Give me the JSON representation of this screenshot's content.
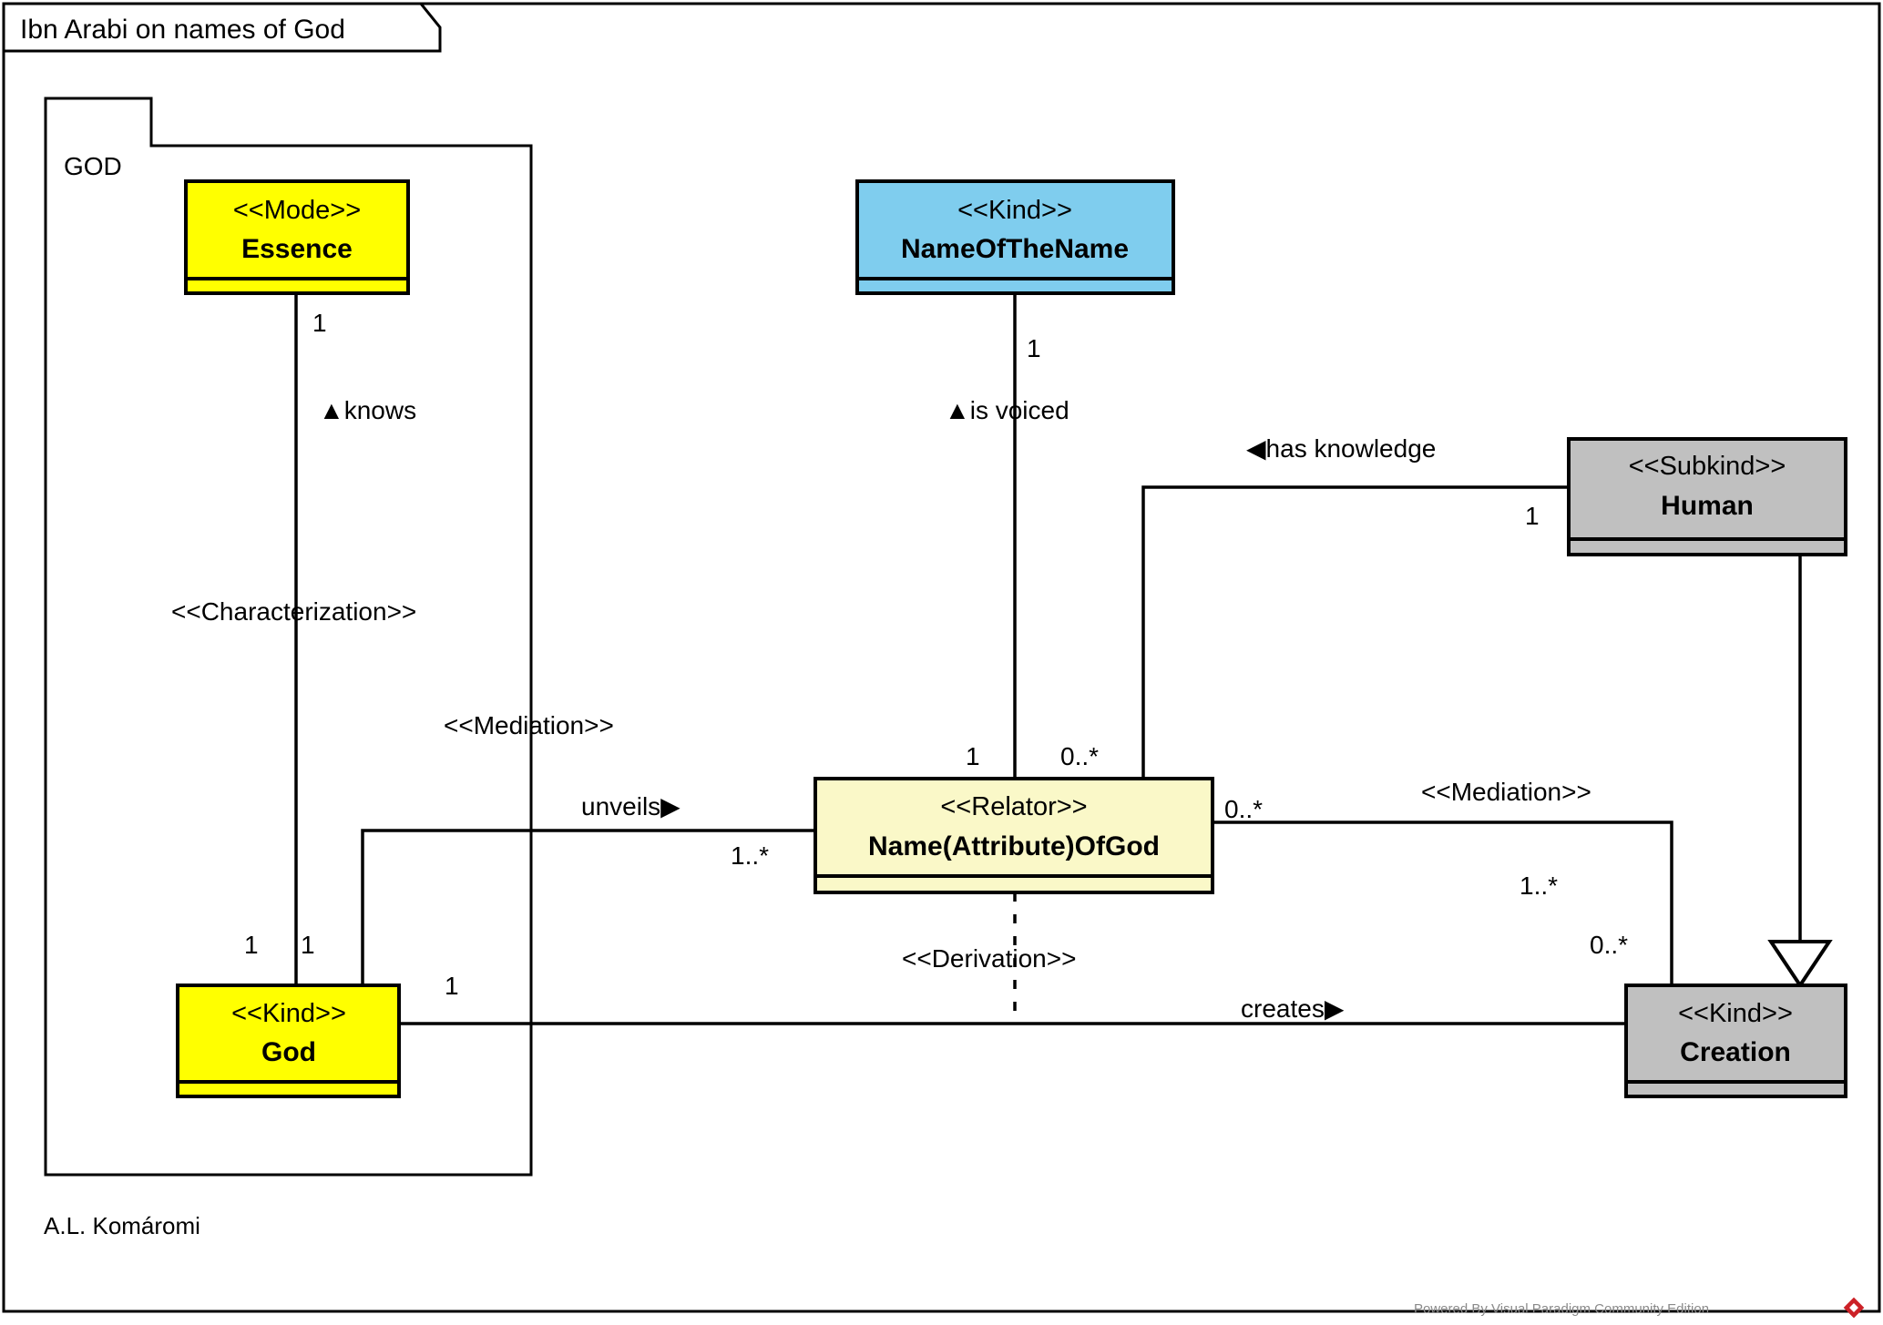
{
  "diagram": {
    "title": "Ibn Arabi on names of God",
    "package_label": "GOD",
    "author": "A.L. Komáromi",
    "watermark": "Powered By  Visual Paradigm Community Edition"
  },
  "colors": {
    "mode_yellow": "#FFFF00",
    "kind_yellow": "#FFFF00",
    "kind_blue": "#7FCDEE",
    "relator_cream": "#FAF8C8",
    "subkind_gray": "#C0C0C0",
    "kind_gray": "#C0C0C0",
    "stroke": "#000000",
    "watermark_gray": "#8a8a8a",
    "logo_red": "#CC2127"
  },
  "classes": [
    {
      "id": "essence",
      "stereotype": "<<Mode>>",
      "name": "Essence",
      "fill": "#FFFF00"
    },
    {
      "id": "nameofthename",
      "stereotype": "<<Kind>>",
      "name": "NameOfTheName",
      "fill": "#7FCDEE"
    },
    {
      "id": "human",
      "stereotype": "<<Subkind>>",
      "name": "Human",
      "fill": "#C0C0C0"
    },
    {
      "id": "relator",
      "stereotype": "<<Relator>>",
      "name": "Name(Attribute)OfGod",
      "fill": "#FAF8C8"
    },
    {
      "id": "god",
      "stereotype": "<<Kind>>",
      "name": "God",
      "fill": "#FFFF00"
    },
    {
      "id": "creation",
      "stereotype": "<<Kind>>",
      "name": "Creation",
      "fill": "#C0C0C0"
    }
  ],
  "associations": [
    {
      "id": "characterization",
      "stereotype": "<<Characterization>>",
      "verb": "knows",
      "direction_glyph": "▲",
      "source": "god",
      "target": "essence",
      "source_mult": "1",
      "target_mult": "1"
    },
    {
      "id": "is-voiced",
      "stereotype": "",
      "verb": "is voiced",
      "direction_glyph": "▲",
      "source": "relator",
      "target": "nameofthename",
      "source_mult": "0..*",
      "target_mult": "1"
    },
    {
      "id": "has-knowledge",
      "stereotype": "",
      "verb": "has knowledge",
      "direction_glyph": "◀",
      "source": "human",
      "target": "relator",
      "source_mult": "1",
      "target_mult": "0..*"
    },
    {
      "id": "mediation-god",
      "stereotype": "<<Mediation>>",
      "verb": "unveils",
      "direction_glyph": "▶",
      "source": "god",
      "target": "relator",
      "source_mult": "1",
      "target_mult": "1..*"
    },
    {
      "id": "mediation-creation",
      "stereotype": "<<Mediation>>",
      "verb": "",
      "direction_glyph": "",
      "source": "relator",
      "target": "creation",
      "source_mult": "0..*",
      "target_mult": "1..*"
    },
    {
      "id": "creates",
      "stereotype": "",
      "verb": "creates",
      "direction_glyph": "▶",
      "source": "god",
      "target": "creation",
      "source_mult": "1",
      "target_mult": "0..*"
    },
    {
      "id": "derivation",
      "stereotype": "<<Derivation>>",
      "verb": "",
      "direction_glyph": "",
      "source": "relator",
      "target": "creates",
      "source_mult": "",
      "target_mult": ""
    },
    {
      "id": "generalization",
      "stereotype": "",
      "verb": "",
      "direction_glyph": "",
      "source": "human",
      "target": "creation",
      "source_mult": "",
      "target_mult": ""
    }
  ],
  "labels": {
    "knows": "knows",
    "is_voiced": "is voiced",
    "has_knowledge": "has knowledge",
    "unveils": "unveils",
    "creates": "creates",
    "characterization": "<<Characterization>>",
    "mediation_left": "<<Mediation>>",
    "mediation_right": "<<Mediation>>",
    "derivation": "<<Derivation>>",
    "tri_up": "▲",
    "tri_left": "◀",
    "tri_right": "▶"
  },
  "multiplicities": {
    "essence_bottom": "1",
    "nameofthename_bottom": "1",
    "human_left": "1",
    "relator_top_left": "1",
    "relator_top_right": "0..*",
    "relator_left": "1..*",
    "relator_right": "0..*",
    "god_top_left": "1",
    "god_top_right": "1",
    "god_right": "1",
    "creation_upper": "1..*",
    "creation_lower": "0..*"
  }
}
